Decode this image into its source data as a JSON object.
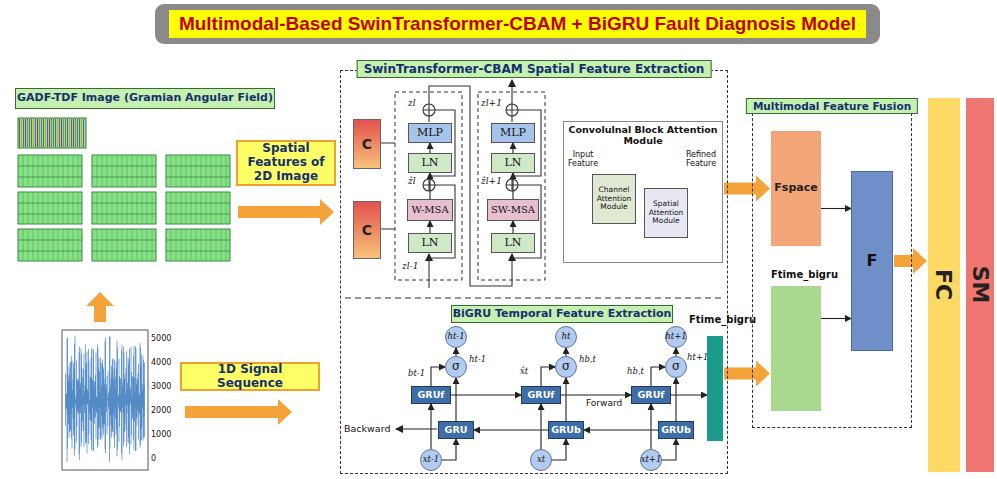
{
  "diagram": {
    "title": "Multimodal-Based SwinTransformer-CBAM + BiGRU Fault Diagnosis Model",
    "nodes": [
      {
        "text": [
          "GADF-TDF Image (Gramian Angular Field)"
        ]
      },
      {
        "text": [
          "Spatial Features of 2D Image"
        ]
      },
      {
        "text": [
          "1D Signal Sequence"
        ]
      },
      {
        "text": [
          "SwinTransformer-CBAM Spatial Feature Extraction"
        ]
      },
      {
        "text": [
          "BiGRU Temporal Feature Extraction"
        ],
        "in": 3
      },
      {
        "text": [
          "C"
        ],
        "in": 3
      },
      {
        "text": [
          "C"
        ],
        "in": 3
      },
      {
        "text": [
          "LN"
        ],
        "in": 3
      },
      {
        "text": [
          "W-MSA"
        ],
        "in": 3
      },
      {
        "text": [
          "LN"
        ],
        "in": 3
      },
      {
        "text": [
          "MLP"
        ],
        "in": 3
      },
      {
        "text": [
          "LN"
        ],
        "in": 3
      },
      {
        "text": [
          "SW-MSA"
        ],
        "in": 3
      },
      {
        "text": [
          "LN"
        ],
        "in": 3
      },
      {
        "text": [
          "MLP"
        ],
        "in": 3
      },
      {
        "text": [
          "Convolulnal Block Attention Module"
        ],
        "in": 3
      },
      {
        "text": [
          "Channel Attention Module"
        ],
        "in": 15
      },
      {
        "text": [
          "Spatial Attention Module"
        ],
        "in": 15
      },
      {
        "text": [
          "ht-1"
        ],
        "in": 3
      },
      {
        "text": [
          "ht"
        ],
        "in": 3
      },
      {
        "text": [
          "ht+1"
        ],
        "in": 3
      },
      {
        "text": [
          "σ"
        ],
        "in": 3
      },
      {
        "text": [
          "σ"
        ],
        "in": 3
      },
      {
        "text": [
          "σ"
        ],
        "in": 3
      },
      {
        "text": [
          "GRUf"
        ],
        "in": 3
      },
      {
        "text": [
          "GRUf"
        ],
        "in": 3
      },
      {
        "text": [
          "GRUf"
        ],
        "in": 3
      },
      {
        "text": [
          "GRU"
        ],
        "in": 3
      },
      {
        "text": [
          "GRUb"
        ],
        "in": 3
      },
      {
        "text": [
          "GRUb"
        ],
        "in": 3
      },
      {
        "text": [
          "xt-1"
        ],
        "in": 3
      },
      {
        "text": [
          "xt"
        ],
        "in": 3
      },
      {
        "text": [
          "xt+1"
        ],
        "in": 3
      },
      {
        "text": [
          "Ftime_bigru"
        ],
        "in": 3
      },
      {
        "text": [
          "Multimodal Feature Fusion"
        ]
      },
      {
        "text": [
          "Fspace"
        ],
        "in": 34
      },
      {
        "text": [
          "Ftime_bigru"
        ],
        "in": 34
      },
      {
        "text": [
          "F"
        ],
        "in": 34
      },
      {
        "text": [
          "FC"
        ]
      },
      {
        "text": [
          "SM"
        ]
      }
    ],
    "edges": [
      {
        "from": 15,
        "to": 35,
        "arrow": "to"
      },
      {
        "from": 33,
        "to": 36,
        "arrow": "to"
      },
      {
        "from": 35,
        "to": 37,
        "arrow": "to"
      },
      {
        "from": 36,
        "to": 37,
        "arrow": "to"
      },
      {
        "from": 37,
        "to": 38,
        "arrow": "to"
      },
      {
        "from": 7,
        "to": 8,
        "arrow": "to"
      },
      {
        "from": 8,
        "to": 9,
        "arrow": "to"
      },
      {
        "from": 9,
        "to": 10,
        "arrow": "to"
      },
      {
        "from": 11,
        "to": 12,
        "arrow": "to"
      },
      {
        "from": 12,
        "to": 13,
        "arrow": "to"
      },
      {
        "from": 13,
        "to": 14,
        "arrow": "to"
      },
      {
        "from": 30,
        "to": 24,
        "arrow": "to"
      },
      {
        "from": 31,
        "to": 25,
        "arrow": "to"
      },
      {
        "from": 32,
        "to": 26,
        "arrow": "to"
      },
      {
        "from": 30,
        "to": 27,
        "arrow": "to"
      },
      {
        "from": 31,
        "to": 28,
        "arrow": "to"
      },
      {
        "from": 32,
        "to": 29,
        "arrow": "to"
      },
      {
        "from": 24,
        "to": 25,
        "arrow": "to"
      },
      {
        "from": 25,
        "to": 26,
        "arrow": "to"
      },
      {
        "from": 28,
        "to": 27,
        "arrow": "to"
      },
      {
        "from": 29,
        "to": 28,
        "arrow": "to"
      },
      {
        "from": 24,
        "to": 21,
        "arrow": "to"
      },
      {
        "from": 25,
        "to": 22,
        "arrow": "to"
      },
      {
        "from": 26,
        "to": 23,
        "arrow": "to"
      },
      {
        "from": 27,
        "to": 21,
        "arrow": "to"
      },
      {
        "from": 28,
        "to": 22,
        "arrow": "to"
      },
      {
        "from": 29,
        "to": 23,
        "arrow": "to"
      },
      {
        "from": 21,
        "to": 18,
        "arrow": "to"
      },
      {
        "from": 22,
        "to": 19,
        "arrow": "to"
      },
      {
        "from": 23,
        "to": 20,
        "arrow": "to"
      },
      {
        "from": 26,
        "to": 33,
        "arrow": "to"
      },
      {
        "from": 16,
        "to": 17,
        "arrow": "to"
      }
    ],
    "labels": [
      "zl-1",
      "ẑl",
      "zl",
      "ẑl+1",
      "zl+1",
      "Input Feature",
      "Refined Feature",
      "bt-1",
      "ht-1",
      "x̂t",
      "hb,t",
      "hb,t",
      "ht+1",
      "Forward",
      "Backward",
      "5000",
      "4000",
      "3000",
      "2000",
      "1000",
      "0"
    ]
  }
}
